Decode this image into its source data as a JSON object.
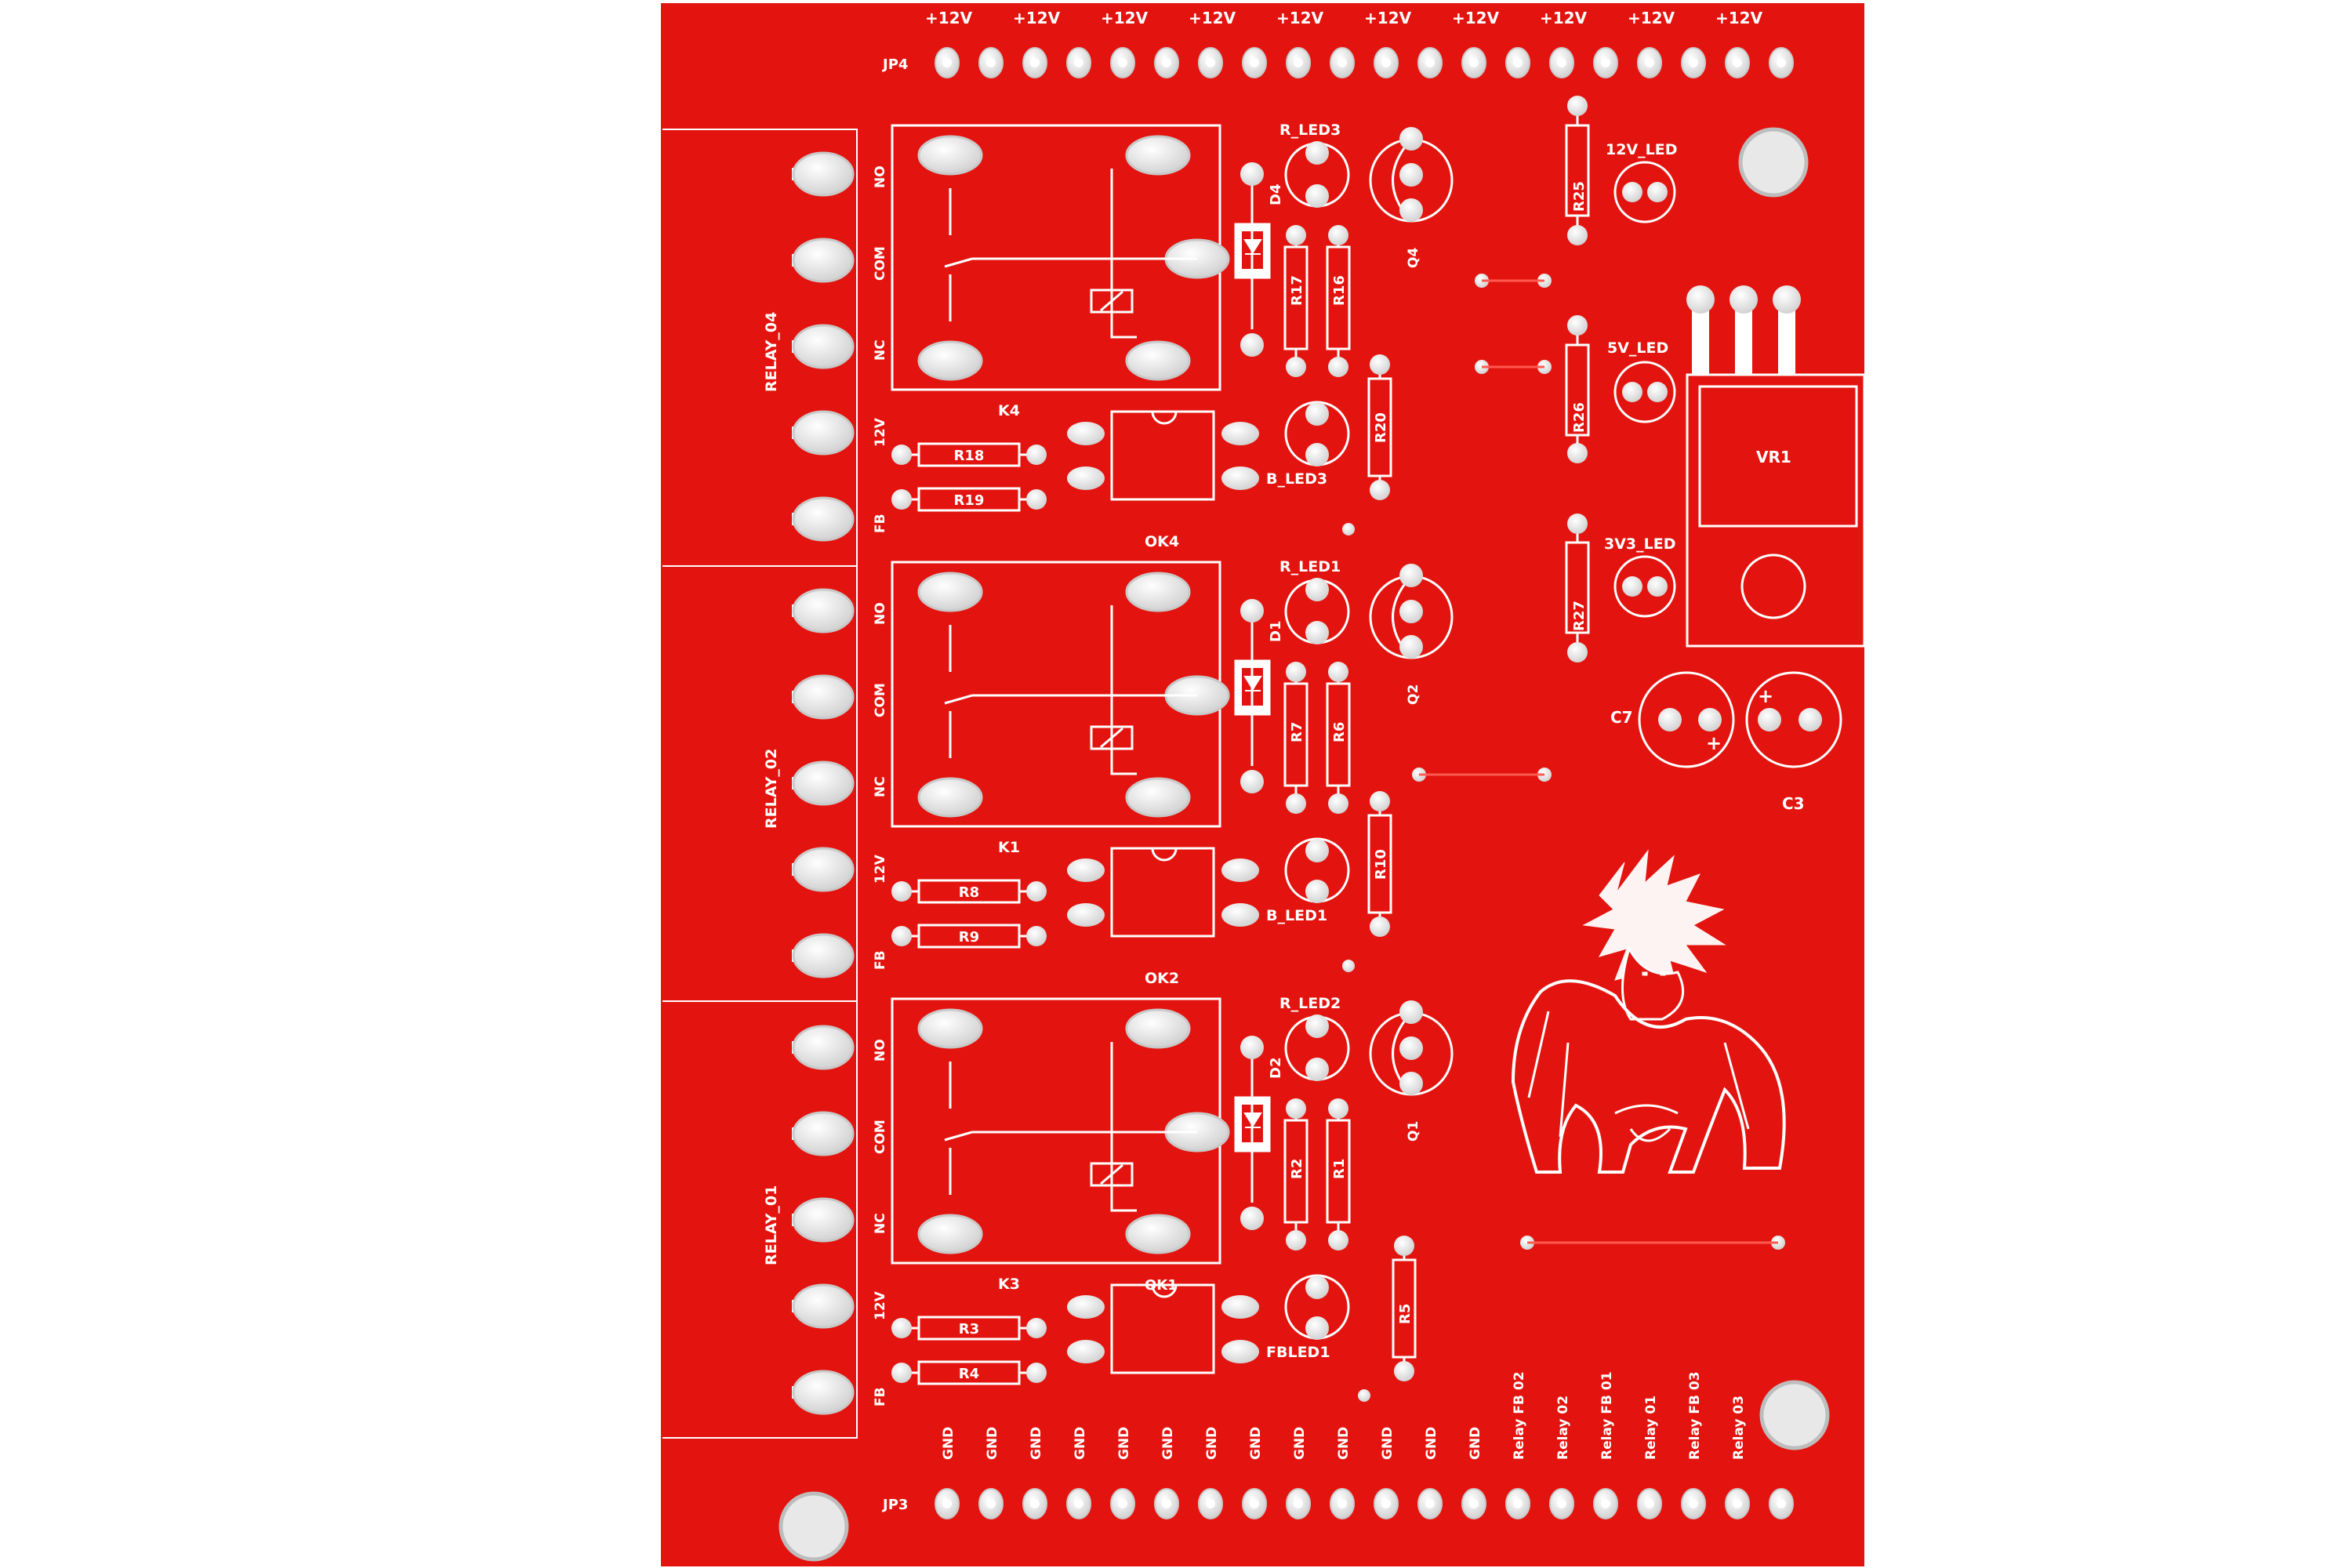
{
  "board": {
    "colors": {
      "board": "#e3140f",
      "silk": "#ffffff",
      "pad": "#e8e8e8",
      "pad_ring": "#bdbdbd"
    }
  },
  "headers": {
    "jp4": {
      "ref": "JP4",
      "pin_labels": [
        "+12V",
        "+12V",
        "+12V",
        "+12V",
        "+12V",
        "+12V",
        "+12V",
        "+12V",
        "+12V",
        "+12V"
      ]
    },
    "jp3": {
      "ref": "JP3",
      "pin_labels": [
        "GND",
        "GND",
        "GND",
        "GND",
        "GND",
        "GND",
        "GND",
        "GND",
        "GND",
        "GND",
        "GND",
        "GND",
        "GND",
        "Relay FB 02",
        "Relay 02",
        "Relay FB 01",
        "Relay 01",
        "Relay FB 03",
        "Relay 03"
      ]
    }
  },
  "relay_blocks": [
    {
      "terminal": "RELAY_04",
      "terminal_pins": [
        "NO",
        "COM",
        "NC",
        "12V",
        "FB"
      ],
      "relay": "K4",
      "optocoupler": "",
      "diode": "D4",
      "led_red": "R_LED3",
      "led_blue": "B_LED3",
      "transistor": "Q4",
      "res_a": "R17",
      "res_b": "R16",
      "res_c": "R18",
      "res_d": "R19",
      "res_e": "R20"
    },
    {
      "terminal": "RELAY_02",
      "terminal_pins": [
        "NO",
        "COM",
        "NC",
        "12V",
        "FB"
      ],
      "relay": "K1",
      "optocoupler": "OK4",
      "diode": "D1",
      "led_red": "R_LED1",
      "led_blue": "B_LED1",
      "transistor": "Q2",
      "res_a": "R7",
      "res_b": "R6",
      "res_c": "R8",
      "res_d": "R9",
      "res_e": "R10"
    },
    {
      "terminal": "RELAY_01",
      "terminal_pins": [
        "NO",
        "COM",
        "NC",
        "12V",
        "FB"
      ],
      "relay": "K3",
      "optocoupler": "OK2",
      "diode": "D2",
      "led_red": "R_LED2",
      "led_blue": "FBLED1",
      "transistor": "Q1",
      "res_a": "R2",
      "res_b": "R1",
      "res_c": "R3",
      "res_d": "R4",
      "res_e": "R5"
    }
  ],
  "extra_labels": {
    "ok1": "OK1"
  },
  "power": {
    "led_12v": "12V_LED",
    "r_12v": "R25",
    "led_5v": "5V_LED",
    "r_5v": "R26",
    "led_3v3": "3V3_LED",
    "r_3v3": "R27",
    "regulator": "VR1",
    "cap_a": "C7",
    "cap_b": "C3",
    "cap_polarity": "+"
  }
}
